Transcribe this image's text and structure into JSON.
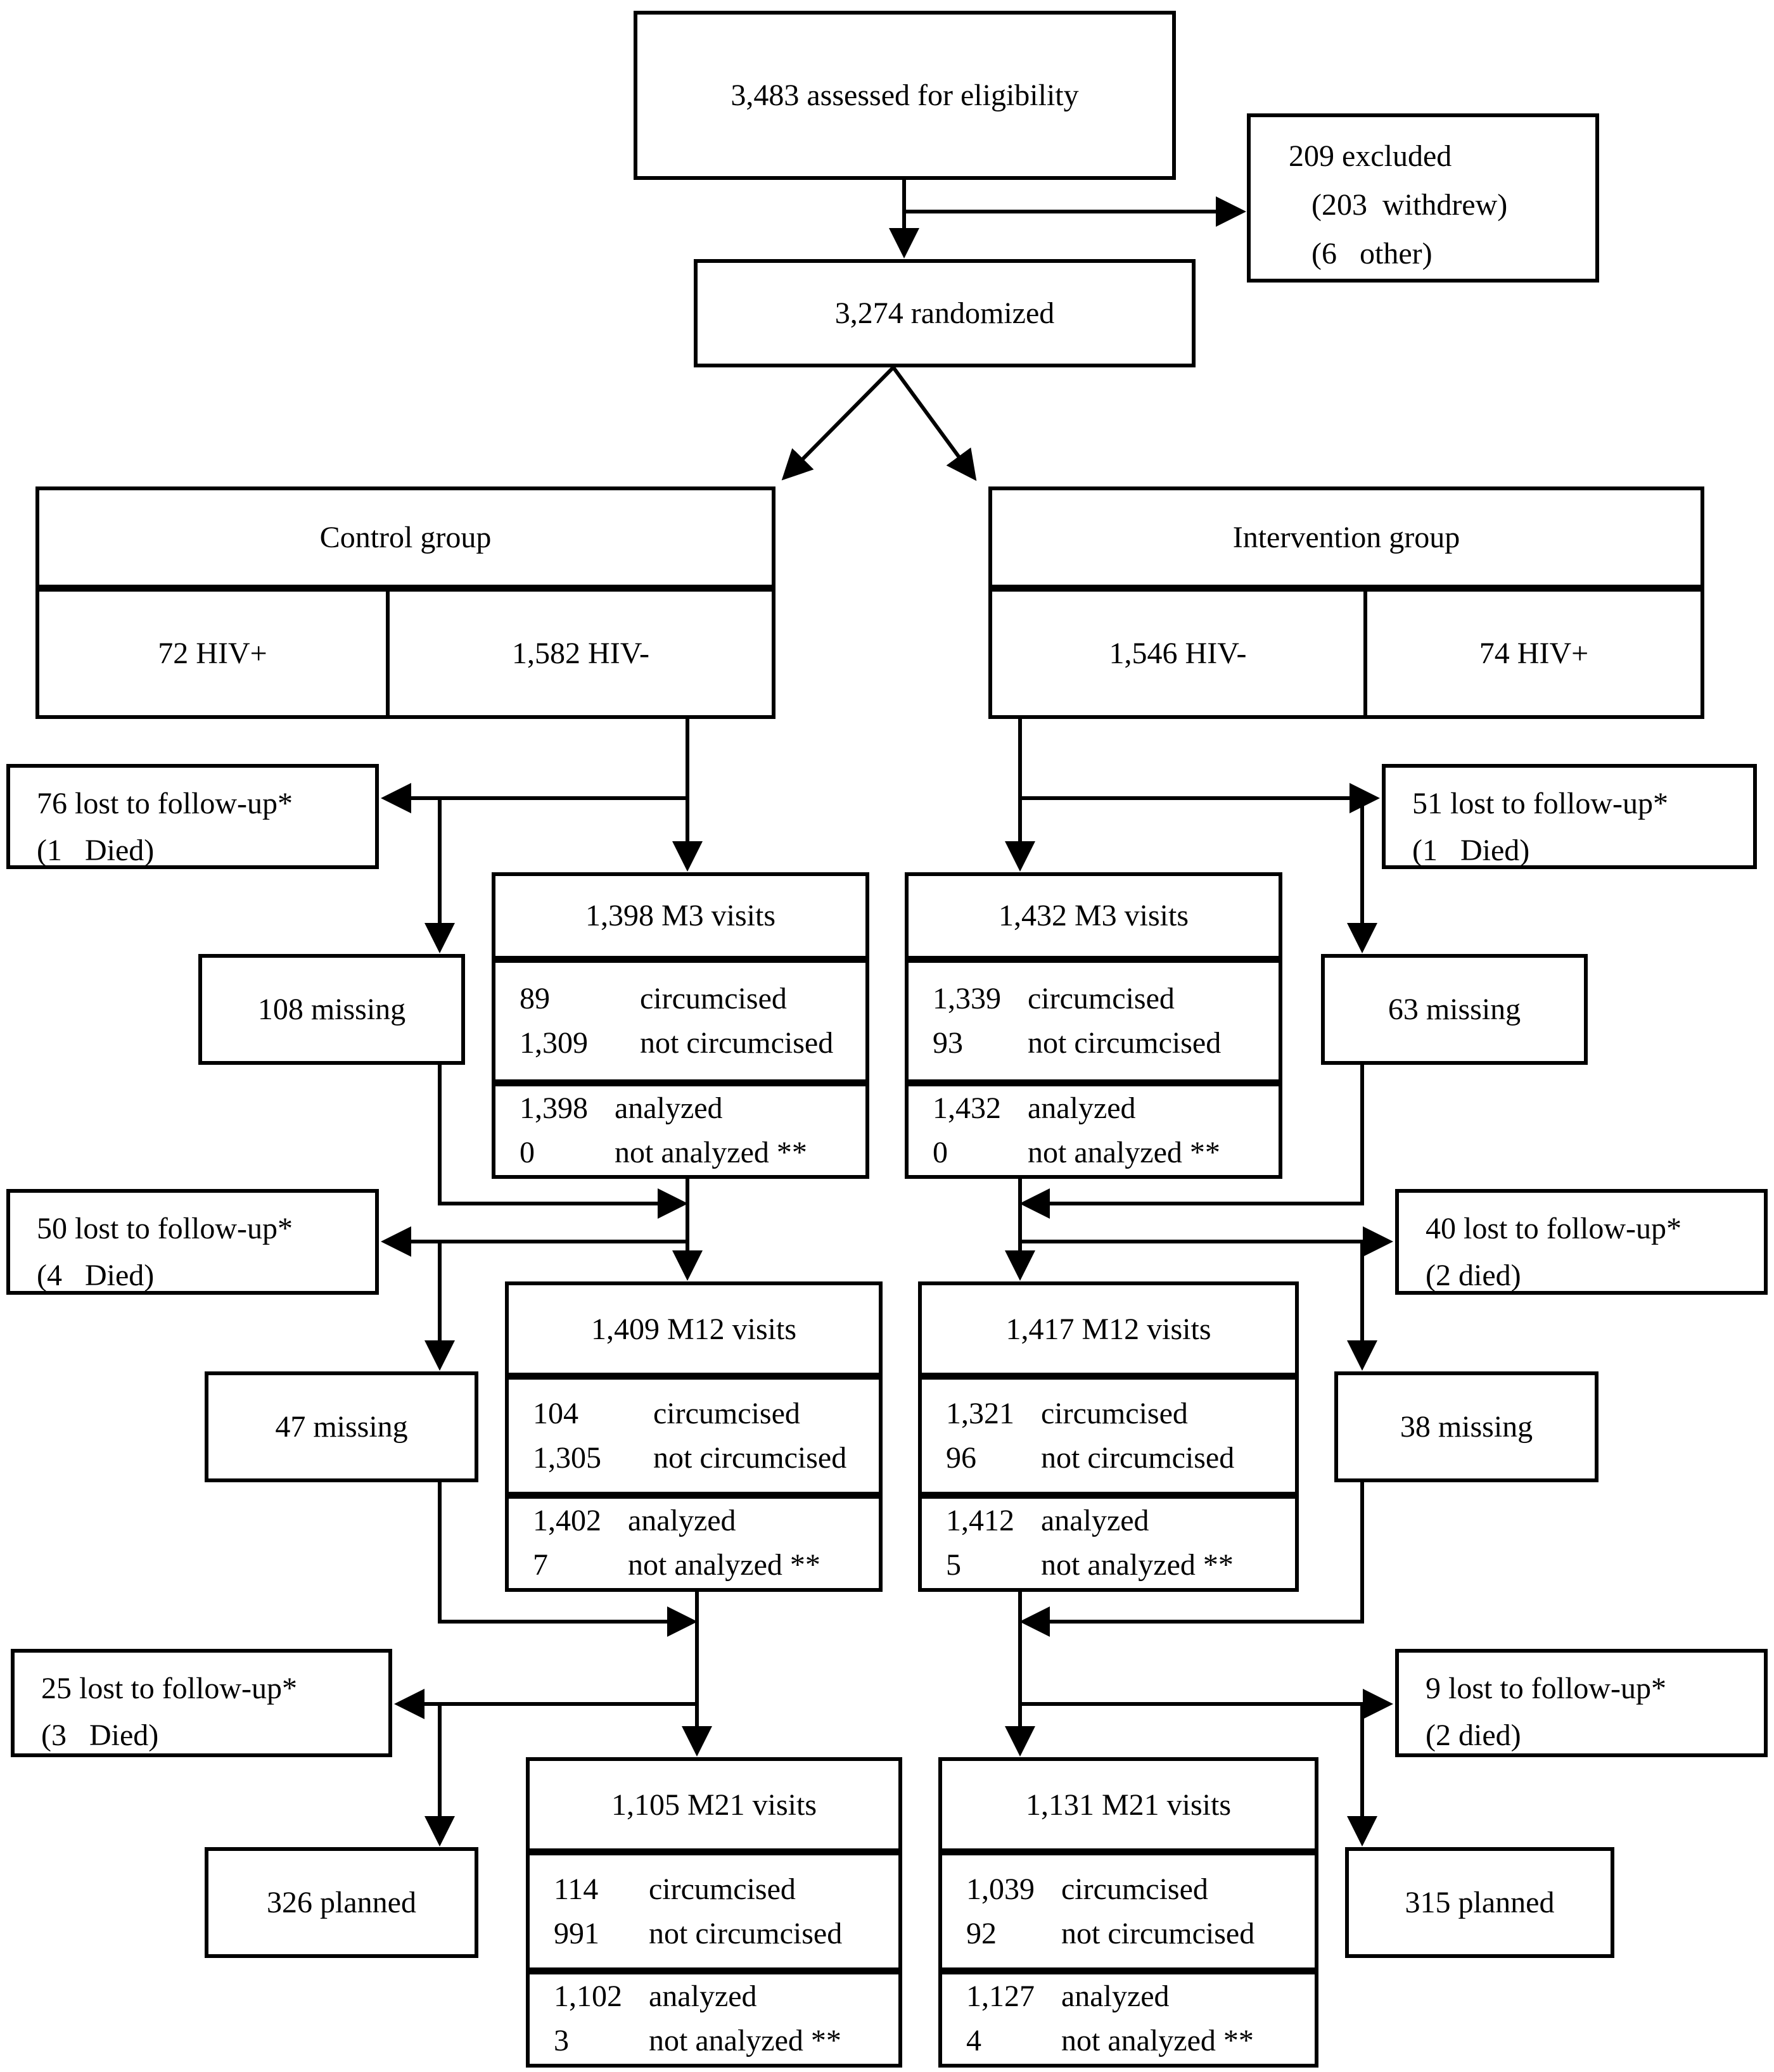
{
  "diagram": {
    "assessed": "3,483 assessed for eligibility",
    "excluded_lines": [
      "209 excluded",
      "(203  withdrew)",
      "(6   other)"
    ],
    "randomized": "3,274 randomized",
    "control": {
      "title": "Control group",
      "cell_hiv_pos": "72 HIV+",
      "cell_hiv_neg": "1,582 HIV-"
    },
    "intervention": {
      "title": "Intervention group",
      "cell_hiv_neg": "1,546 HIV-",
      "cell_hiv_pos": "74 HIV+"
    },
    "waves": [
      {
        "id": "m3-left",
        "lost": [
          "76 lost to follow-up*",
          "(1   Died)"
        ],
        "side_box": "108 missing",
        "visits": "1,398 M3 visits",
        "mid": [
          [
            "89",
            "circumcised"
          ],
          [
            "1,309",
            "not circumcised"
          ]
        ],
        "bottom": [
          [
            "1,398",
            "analyzed"
          ],
          [
            "0",
            "not analyzed **"
          ]
        ]
      },
      {
        "id": "m3-right",
        "lost": [
          "51 lost to follow-up*",
          "(1   Died)"
        ],
        "side_box": "63 missing",
        "visits": "1,432 M3 visits",
        "mid": [
          [
            "1,339",
            "circumcised"
          ],
          [
            "93",
            "not circumcised"
          ]
        ],
        "bottom": [
          [
            "1,432",
            "analyzed"
          ],
          [
            "0",
            "not analyzed **"
          ]
        ]
      },
      {
        "id": "m12-left",
        "lost": [
          "50 lost to follow-up*",
          "(4   Died)"
        ],
        "side_box": "47 missing",
        "visits": "1,409 M12 visits",
        "mid": [
          [
            "104",
            "circumcised"
          ],
          [
            "1,305",
            "not circumcised"
          ]
        ],
        "bottom": [
          [
            "1,402",
            "analyzed"
          ],
          [
            "7",
            "not analyzed **"
          ]
        ]
      },
      {
        "id": "m12-right",
        "lost": [
          "40 lost to follow-up*",
          "(2 died)"
        ],
        "side_box": "38 missing",
        "visits": "1,417 M12 visits",
        "mid": [
          [
            "1,321",
            "circumcised"
          ],
          [
            "96",
            "not circumcised"
          ]
        ],
        "bottom": [
          [
            "1,412",
            "analyzed"
          ],
          [
            "5",
            "not analyzed **"
          ]
        ]
      },
      {
        "id": "m21-left",
        "lost": [
          "25 lost to follow-up*",
          "(3   Died)"
        ],
        "side_box": "326 planned",
        "visits": "1,105 M21 visits",
        "mid": [
          [
            "114",
            "circumcised"
          ],
          [
            "991",
            "not circumcised"
          ]
        ],
        "bottom": [
          [
            "1,102",
            "analyzed"
          ],
          [
            "3",
            "not analyzed **"
          ]
        ]
      },
      {
        "id": "m21-right",
        "lost": [
          "9 lost to follow-up*",
          "(2 died)"
        ],
        "side_box": "315 planned",
        "visits": "1,131 M21 visits",
        "mid": [
          [
            "1,039",
            "circumcised"
          ],
          [
            "92",
            "not circumcised"
          ]
        ],
        "bottom": [
          [
            "1,127",
            "analyzed"
          ],
          [
            "4",
            "not analyzed **"
          ]
        ]
      }
    ]
  }
}
